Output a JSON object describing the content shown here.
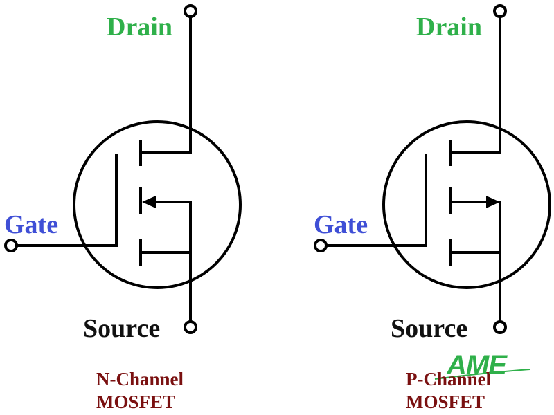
{
  "left": {
    "drain_label": "Drain",
    "gate_label": "Gate",
    "source_label": "Source",
    "type_line1": "N-Channel",
    "type_line2": "MOSFET"
  },
  "right": {
    "drain_label": "Drain",
    "gate_label": "Gate",
    "source_label": "Source",
    "type_line1": "P-Channel",
    "type_line2": "MOSFET"
  },
  "watermark": {
    "text": "AME",
    "color": "#2fb04a"
  },
  "colors": {
    "drain": "#2fb04a",
    "gate": "#3f4fd6",
    "source": "#111111",
    "type": "#7a1010",
    "lines": "#000000"
  }
}
